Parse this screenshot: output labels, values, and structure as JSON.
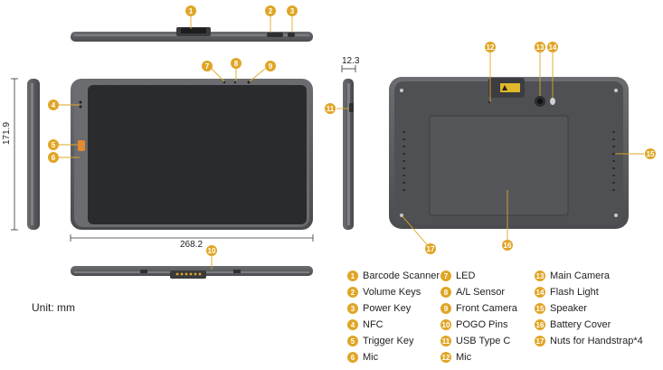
{
  "dimensions": {
    "thickness": "12.3",
    "height": "171.9",
    "width": "268.2"
  },
  "unit_label": "Unit: mm",
  "callouts": [
    "1",
    "2",
    "3",
    "4",
    "5",
    "6",
    "7",
    "8",
    "9",
    "10",
    "11",
    "12",
    "13",
    "14",
    "15",
    "16",
    "17"
  ],
  "legend": [
    {
      "num": "1",
      "label": "Barcode Scanner"
    },
    {
      "num": "2",
      "label": "Volume Keys"
    },
    {
      "num": "3",
      "label": "Power Key"
    },
    {
      "num": "4",
      "label": "NFC"
    },
    {
      "num": "5",
      "label": "Trigger Key"
    },
    {
      "num": "6",
      "label": "Mic"
    },
    {
      "num": "7",
      "label": "LED"
    },
    {
      "num": "8",
      "label": "A/L Sensor"
    },
    {
      "num": "9",
      "label": "Front Camera"
    },
    {
      "num": "10",
      "label": "POGO Pins"
    },
    {
      "num": "11",
      "label": "USB Type C"
    },
    {
      "num": "12",
      "label": "Mic"
    },
    {
      "num": "13",
      "label": "Main Camera"
    },
    {
      "num": "14",
      "label": "Flash Light"
    },
    {
      "num": "15",
      "label": "Speaker"
    },
    {
      "num": "16",
      "label": "Battery Cover"
    },
    {
      "num": "17",
      "label": "Nuts for Handstrap*4"
    }
  ],
  "colors": {
    "badge": "#e0a526",
    "device_body": "#5b5d60",
    "screen": "#2a2b2d",
    "back_cover": "#4e5053"
  }
}
